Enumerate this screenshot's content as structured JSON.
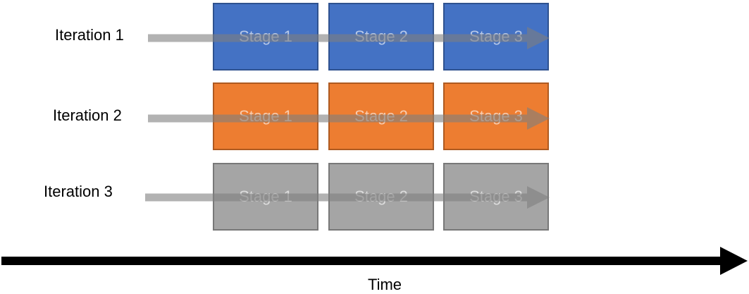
{
  "colors": {
    "row1_fill": "#4472c4",
    "row1_border": "#2f528f",
    "row2_fill": "#ed7d31",
    "row2_border": "#ae5a21",
    "row3_fill": "#a5a5a5",
    "row3_border": "#787878",
    "overlay_arrow": "#7f7f7f",
    "time_arrow": "#000000"
  },
  "rows": [
    {
      "label": "Iteration 1",
      "stages": [
        "Stage 1",
        "Stage 2",
        "Stage 3"
      ]
    },
    {
      "label": "Iteration 2",
      "stages": [
        "Stage 1",
        "Stage 2",
        "Stage 3"
      ]
    },
    {
      "label": "Iteration 3",
      "stages": [
        "Stage 1",
        "Stage 2",
        "Stage 3"
      ]
    }
  ],
  "time_axis": {
    "label": "Time"
  }
}
